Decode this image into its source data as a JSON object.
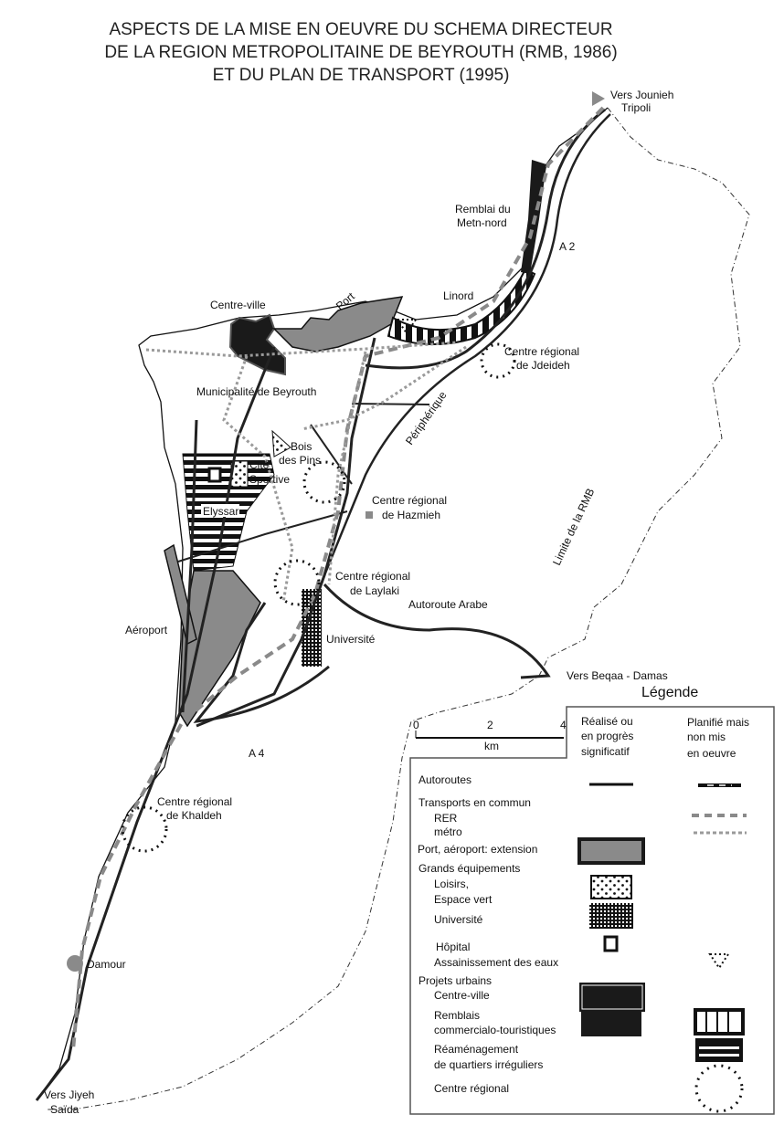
{
  "title": {
    "line1": "ASPECTS DE LA MISE EN OEUVRE DU SCHEMA DIRECTEUR",
    "line2": "DE LA REGION METROPOLITAINE DE BEYROUTH (RMB, 1986)",
    "line3": "ET DU PLAN DE TRANSPORT (1995)"
  },
  "map_labels": {
    "jounieh": "Vers Jounieh",
    "tripoli": "Tripoli",
    "remblai1": "Remblai du",
    "remblai2": "Metn-nord",
    "a2": "A 2",
    "linord": "Linord",
    "centre_ville": "Centre-ville",
    "port": "Port",
    "jdeideh1": "Centre régional",
    "jdeideh2": "de Jdeideh",
    "municipalite": "Municipalité de Beyrouth",
    "peripherique": "Périphérique",
    "bois1": "Bois",
    "bois2": "des Pins",
    "cite1": "Cité",
    "cite2": "Sportive",
    "elyssar": "Elyssar",
    "hazmieh1": "Centre régional",
    "hazmieh2": "de Hazmieh",
    "limite": "Limite de la RMB",
    "laylaki1": "Centre régional",
    "laylaki2": "de Laylaki",
    "autoroute_arabe": "Autoroute Arabe",
    "aeroport": "Aéroport",
    "universite": "Université",
    "beqaa": "Vers Beqaa - Damas",
    "a4": "A 4",
    "khaldeh1": "Centre régional",
    "khaldeh2": "de Khaldeh",
    "damour": "Damour",
    "jiyeh": "Vers Jiyeh",
    "saida": "Saïda"
  },
  "scale": {
    "t0": "0",
    "t2": "2",
    "t4": "4",
    "unit": "km"
  },
  "legend": {
    "title": "Légende",
    "col_done": [
      "Réalisé ou",
      "en progrès",
      "significatif"
    ],
    "col_planned": [
      "Planifié mais",
      "non mis",
      "en oeuvre"
    ],
    "autoroutes": "Autoroutes",
    "transports": "Transports en commun",
    "rer": "RER",
    "metro": "métro",
    "port": "Port, aéroport: extension",
    "grands": "Grands équipements",
    "loisirs": "Loisirs,",
    "espace": "Espace vert",
    "universite": "Université",
    "hopital": "Hôpital",
    "assainissement": "Assainissement des eaux",
    "projets": "Projets urbains",
    "centre_ville": "Centre-ville",
    "remblais1": "Remblais",
    "remblais2": "commercialo-touristiques",
    "reamenagement1": "Réaménagement",
    "reamenagement2": "de quartiers irréguliers",
    "centre_regional": "Centre régional"
  },
  "colors": {
    "grey": "#8a8a8a",
    "black": "#1a1a1a",
    "metro": "#9a9a9a"
  }
}
